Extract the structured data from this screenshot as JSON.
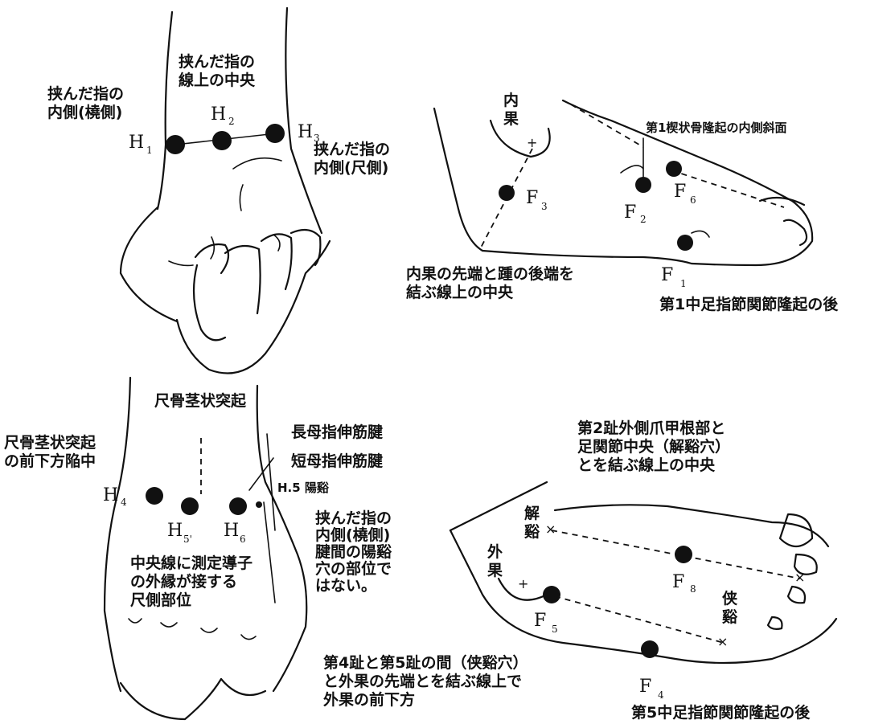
{
  "colors": {
    "ink": "#111111",
    "paper": "#ffffff"
  },
  "panels": {
    "hand_top": {
      "label_mid": "挟んだ指の\n線上の中央",
      "label_left": "挟んだ指の\n内側(橈側)",
      "label_right": "挟んだ指の\n内側(尺側)",
      "points": {
        "h1": "H",
        "h1_sub": "1",
        "h2": "H",
        "h2_sub": "2",
        "h3": "H",
        "h3_sub": "3"
      }
    },
    "foot_inner": {
      "malleolus": "内\n果",
      "cuneiform": "第1楔状骨隆起の内側斜面",
      "midline": "内果の先端と踵の後端を\n結ぶ線上の中央",
      "mtp": "第1中足指節関節隆起の後",
      "points": {
        "f1": "F",
        "f1_sub": "1",
        "f2": "F",
        "f2_sub": "2",
        "f3": "F",
        "f3_sub": "3",
        "f6": "F",
        "f6_sub": "6"
      }
    },
    "hand_bottom": {
      "styloid": "尺骨茎状突起",
      "styloid_front": "尺骨茎状突起\nの前下方陥中",
      "long_tendon": "長母指伸筋腱",
      "short_tendon": "短母指伸筋腱",
      "yangxi": "H.5 陽谿",
      "between": "挟んだ指の\n内側(橈側)\n腱間の陽谿\n穴の部位で\nはない。",
      "center": "中央線に測定導子\nの外縁が接する\n尺側部位",
      "points": {
        "h4": "H",
        "h4_sub": "4",
        "h5": "H",
        "h5_sub": "5'",
        "h6": "H",
        "h6_sub": "6"
      }
    },
    "foot_outer": {
      "jiexi_line": "第2趾外側爪甲根部と\n足関節中央（解谿穴）\nとを結ぶ線上の中央",
      "jiexi": "解\n谿",
      "lateral_malleolus": "外\n果",
      "xiaxi": "侠\n谿",
      "f5_desc": "第4趾と第5趾の間（侠谿穴）\nと外果の先端とを結ぶ線上で\n外果の前下方",
      "mtp5": "第5中足指節関節隆起の後",
      "points": {
        "f4": "F",
        "f4_sub": "4",
        "f5": "F",
        "f5_sub": "5",
        "f8": "F",
        "f8_sub": "8"
      }
    }
  }
}
